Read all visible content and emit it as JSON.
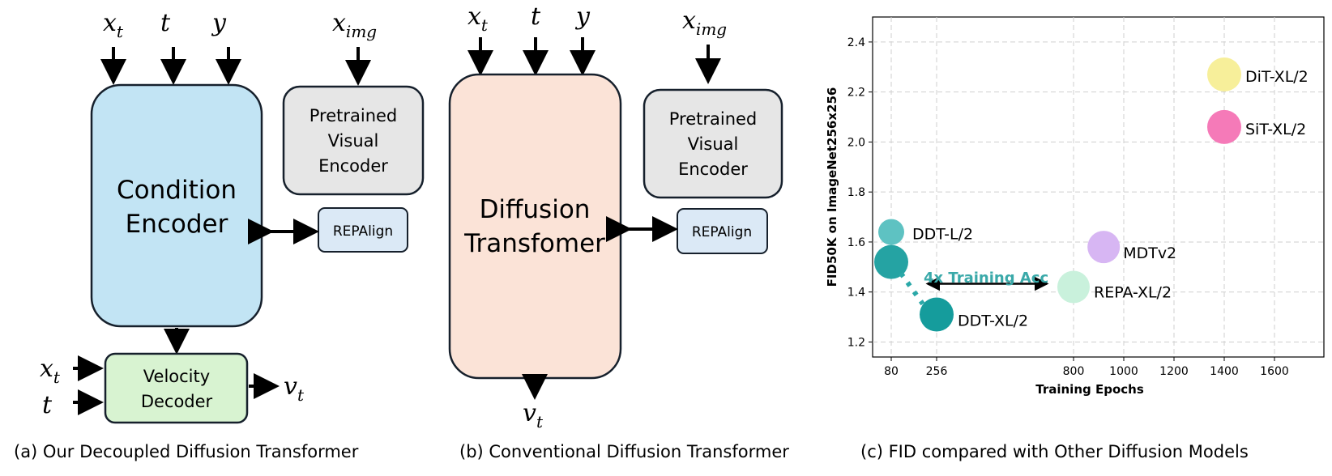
{
  "panel_a": {
    "inputs": {
      "x": "x",
      "x_sub": "t",
      "t": "t",
      "y": "y",
      "img": "x",
      "img_sub": "img"
    },
    "condition_encoder": [
      "Condition",
      "Encoder"
    ],
    "pretrained_encoder": [
      "Pretrained",
      "Visual",
      "Encoder"
    ],
    "repalign": "REPAlign",
    "velocity_decoder": [
      "Velocity",
      "Decoder"
    ],
    "decoder_inputs": {
      "x": "x",
      "x_sub": "t",
      "t": "t"
    },
    "output": {
      "v": "v",
      "v_sub": "t"
    },
    "caption": "(a) Our Decoupled Diffusion Transformer"
  },
  "panel_b": {
    "inputs": {
      "x": "x",
      "x_sub": "t",
      "t": "t",
      "y": "y",
      "img": "x",
      "img_sub": "img"
    },
    "diffusion_transformer": [
      "Diffusion",
      "Transfomer"
    ],
    "pretrained_encoder": [
      "Pretrained",
      "Visual",
      "Encoder"
    ],
    "repalign": "REPAlign",
    "output": {
      "v": "v",
      "v_sub": "t"
    },
    "caption": "(b) Conventional Diffusion Transformer"
  },
  "panel_c": {
    "caption": "(c) FID compared with Other Diffusion Models",
    "annotation": "4x Training Acc",
    "colors": {
      "condition_encoder": "#c2e4f4",
      "diffusion_transformer": "#fbe3d7",
      "pretrained_encoder": "#e6e6e6",
      "repalign": "#dbe9f6",
      "velocity_decoder": "#d8f3d1",
      "annotation": "#3aa9a9"
    }
  },
  "chart_data": {
    "type": "scatter",
    "xlabel": "Training Epochs",
    "ylabel": "FID50K on ImageNet256x256",
    "xlim": [
      0,
      1800
    ],
    "ylim": [
      1.14,
      2.5
    ],
    "xticks": [
      80,
      256,
      800,
      1000,
      1200,
      1400,
      1600
    ],
    "yticks": [
      1.2,
      1.4,
      1.6,
      1.8,
      2.0,
      2.2,
      2.4
    ],
    "grid": true,
    "points": [
      {
        "label": "DiT-XL/2",
        "x": 1400,
        "y": 2.27,
        "color": "#f7ef9a"
      },
      {
        "label": "SiT-XL/2",
        "x": 1400,
        "y": 2.06,
        "color": "#f57ab8"
      },
      {
        "label": "DDT-L/2",
        "x": 80,
        "y": 1.64,
        "color": "#5ec2c2"
      },
      {
        "label": "",
        "x": 80,
        "y": 1.52,
        "color": "#25a3a3"
      },
      {
        "label": "MDTv2",
        "x": 920,
        "y": 1.58,
        "color": "#d7b6f3"
      },
      {
        "label": "REPA-XL/2",
        "x": 800,
        "y": 1.42,
        "color": "#c9f1dc"
      },
      {
        "label": "DDT-XL/2",
        "x": 256,
        "y": 1.31,
        "color": "#159c9c"
      }
    ]
  }
}
